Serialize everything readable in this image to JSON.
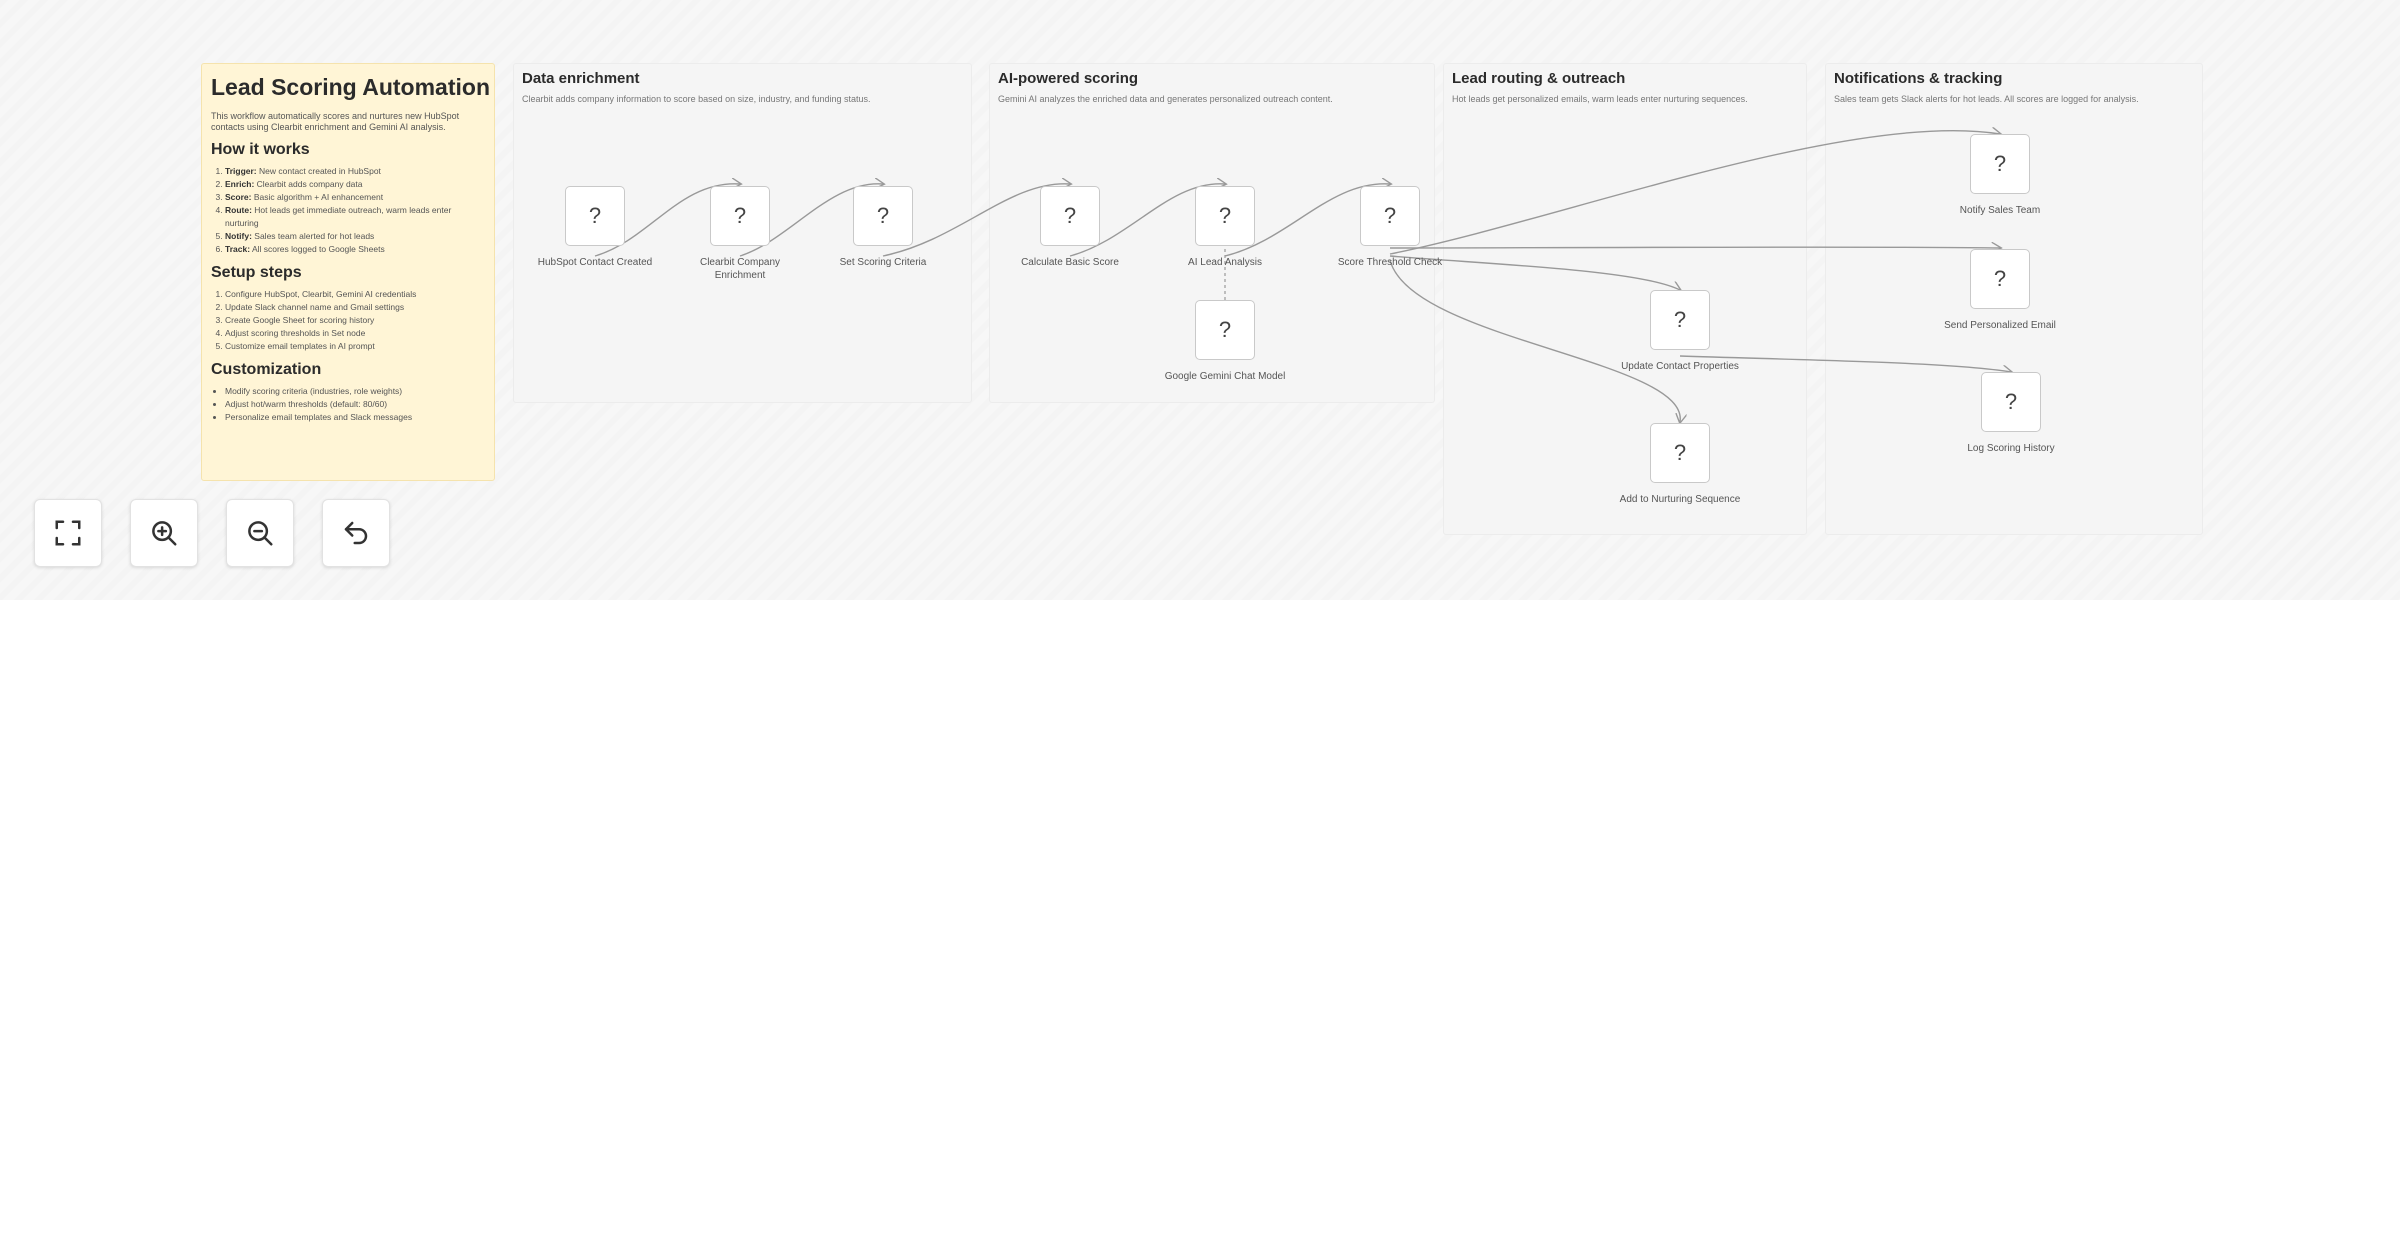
{
  "note": {
    "title": "Lead Scoring Automation",
    "intro": "This workflow automatically scores and nurtures new HubSpot contacts using Clearbit enrichment and Gemini AI analysis.",
    "how_heading": "How it works",
    "how_items": [
      {
        "key": "Trigger:",
        "text": " New contact created in HubSpot"
      },
      {
        "key": "Enrich:",
        "text": " Clearbit adds company data"
      },
      {
        "key": "Score:",
        "text": " Basic algorithm + AI enhancement"
      },
      {
        "key": "Route:",
        "text": " Hot leads get immediate outreach, warm leads enter nurturing"
      },
      {
        "key": "Notify:",
        "text": " Sales team alerted for hot leads"
      },
      {
        "key": "Track:",
        "text": " All scores logged to Google Sheets"
      }
    ],
    "setup_heading": "Setup steps",
    "setup_items": [
      "Configure HubSpot, Clearbit, Gemini AI credentials",
      "Update Slack channel name and Gmail settings",
      "Create Google Sheet for scoring history",
      "Adjust scoring thresholds in Set node",
      "Customize email templates in AI prompt"
    ],
    "custom_heading": "Customization",
    "custom_items": [
      "Modify scoring criteria (industries, role weights)",
      "Adjust hot/warm thresholds (default: 80/60)",
      "Personalize email templates and Slack messages"
    ]
  },
  "groups": {
    "enrichment": {
      "title": "Data enrichment",
      "desc": "Clearbit adds company information to score based on size, industry, and funding status."
    },
    "scoring": {
      "title": "AI-powered scoring",
      "desc": "Gemini AI analyzes the enriched data and generates personalized outreach content."
    },
    "routing": {
      "title": "Lead routing & outreach",
      "desc": "Hot leads get personalized emails, warm leads enter nurturing sequences."
    },
    "notifications": {
      "title": "Notifications & tracking",
      "desc": "Sales team gets Slack alerts for hot leads. All scores are logged for analysis."
    }
  },
  "nodes": {
    "hubspot": {
      "icon": "?",
      "label": "HubSpot Contact Created"
    },
    "clearbit": {
      "icon": "?",
      "label": "Clearbit Company Enrichment"
    },
    "criteria": {
      "icon": "?",
      "label": "Set Scoring Criteria"
    },
    "basic_score": {
      "icon": "?",
      "label": "Calculate Basic Score"
    },
    "ai_analysis": {
      "icon": "?",
      "label": "AI Lead Analysis"
    },
    "gemini": {
      "icon": "?",
      "label": "Google Gemini Chat Model"
    },
    "threshold": {
      "icon": "?",
      "label": "Score Threshold Check"
    },
    "update_contact": {
      "icon": "?",
      "label": "Update Contact Properties"
    },
    "nurturing": {
      "icon": "?",
      "label": "Add to Nurturing Sequence"
    },
    "notify_sales": {
      "icon": "?",
      "label": "Notify Sales Team"
    },
    "send_email": {
      "icon": "?",
      "label": "Send Personalized Email"
    },
    "log_history": {
      "icon": "?",
      "label": "Log Scoring History"
    }
  },
  "controls": {
    "fit_view": "fit-view-icon",
    "zoom_in": "zoom-in-icon",
    "zoom_out": "zoom-out-icon",
    "undo": "undo-icon"
  },
  "colors": {
    "canvas": "#f7f7f7",
    "note_background": "#fff5d6",
    "edge": "#999999"
  }
}
